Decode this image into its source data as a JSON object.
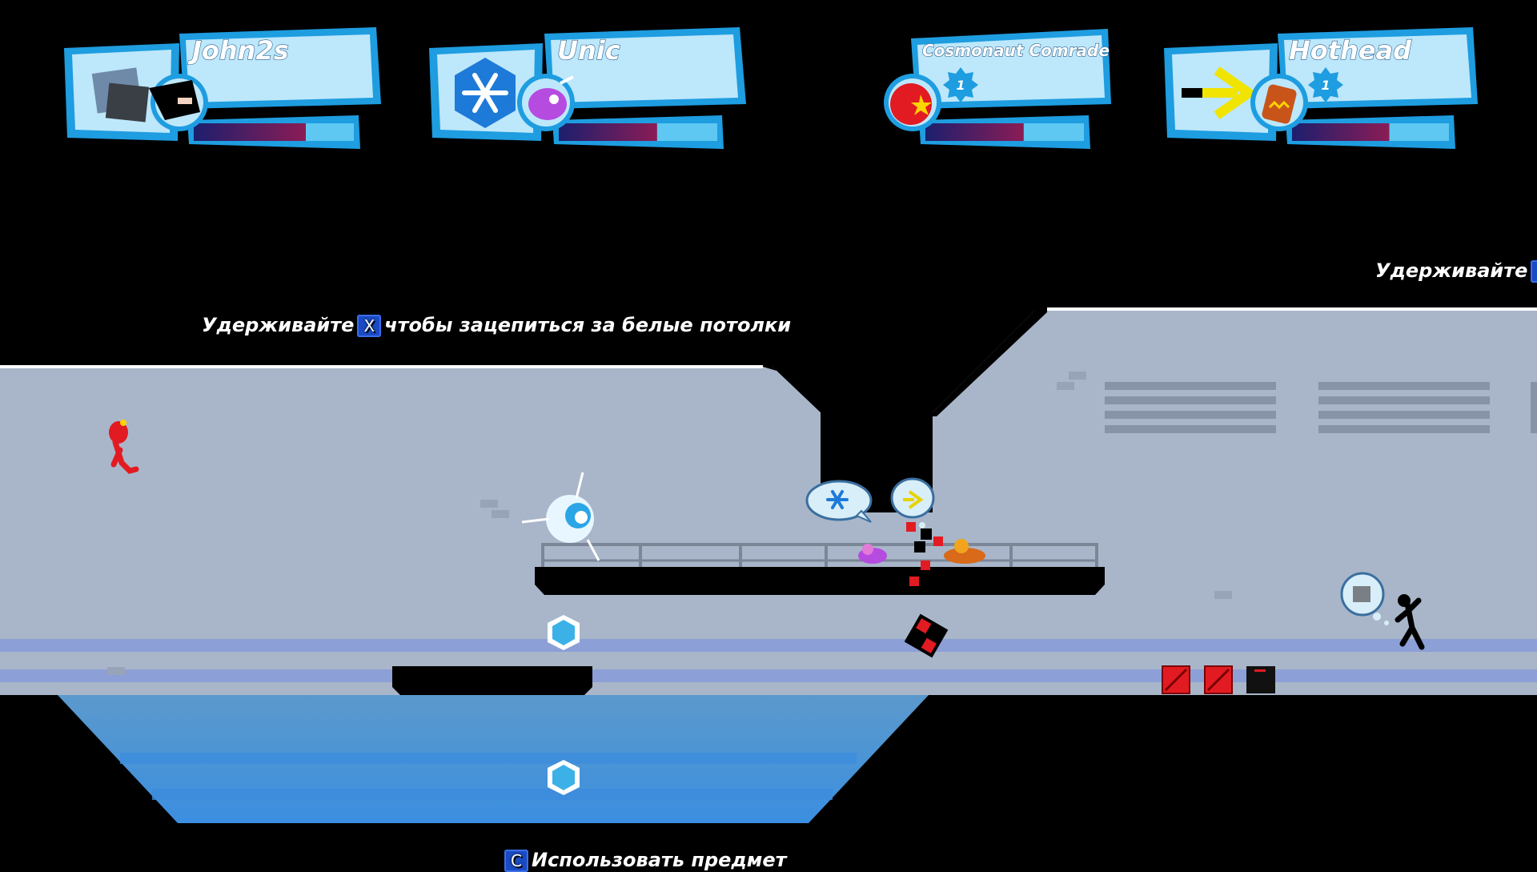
{
  "players": [
    {
      "name": "John2s",
      "item": "crate-item",
      "rank": null,
      "boost": 0.7
    },
    {
      "name": "Unic",
      "item": "snowflake-item",
      "rank": null,
      "boost": 0.62
    },
    {
      "name": "Cosmonaut Comrade",
      "item": null,
      "rank": "1",
      "boost": 0.62
    },
    {
      "name": "Hothead",
      "item": "golden-hook-item",
      "rank": "1",
      "boost": 0.62
    }
  ],
  "hints": {
    "hold_prefix": "Удерживайте",
    "hold_key": "X",
    "hold_suffix": "чтобы зацепиться за белые потолки",
    "right_prefix": "Удерживайте",
    "bottom_key": "C",
    "bottom_text": "Использовать предмет"
  },
  "colors": {
    "hud_frame": "#1e9de0",
    "hud_panel": "#bde7fb",
    "boost_fill": "#7a1b5c",
    "boost_track": "#5ec8f2",
    "wall": "#a9b6c9",
    "water": "#3f8fd0",
    "floor_stripe": "#8c9fd6",
    "hazard_red": "#e21b22"
  }
}
